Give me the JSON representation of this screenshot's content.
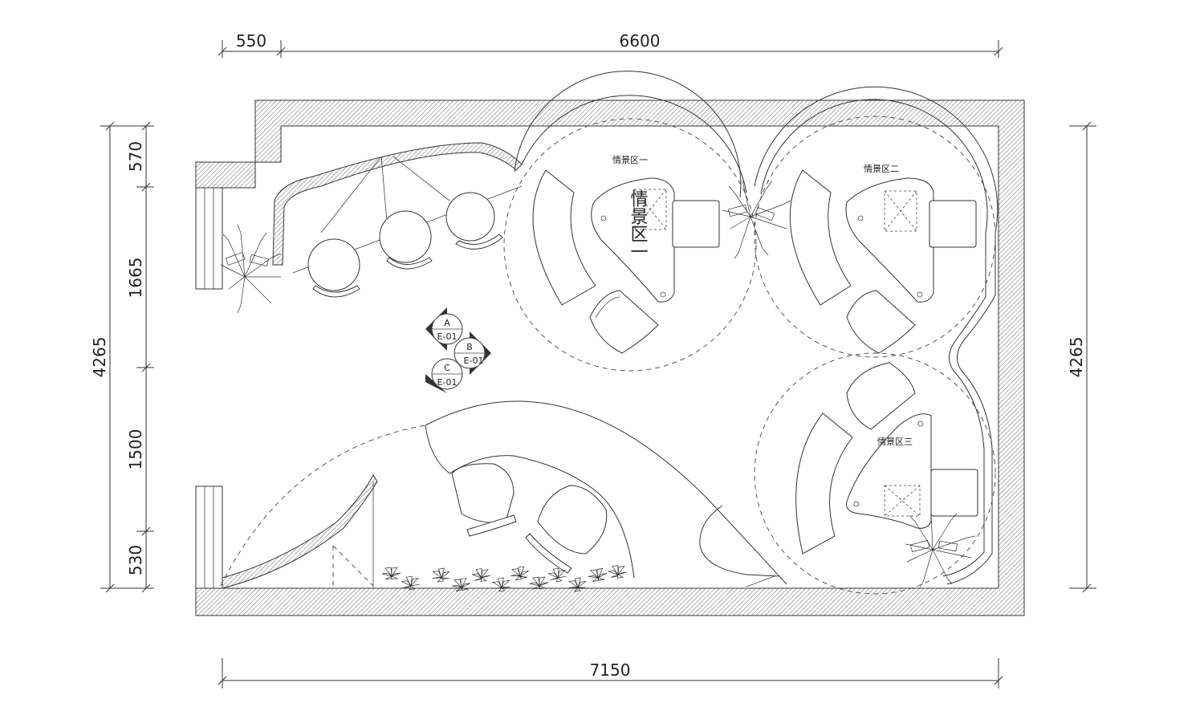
{
  "dimensions": {
    "top_left": "550",
    "top_right": "6600",
    "bottom": "7150",
    "left_total": "4265",
    "left_seg1": "570",
    "left_seg2": "1665",
    "left_seg3": "1500",
    "left_seg4": "530",
    "right_total": "4265"
  },
  "zones": {
    "zone1_small": "情景区一",
    "zone1_large": "情景区一",
    "zone2": "情景区二",
    "zone3": "情景区三"
  },
  "elevation_tags": [
    {
      "letter": "A",
      "sheet": "E-01"
    },
    {
      "letter": "B",
      "sheet": "E-01"
    },
    {
      "letter": "C",
      "sheet": "E-01"
    }
  ]
}
